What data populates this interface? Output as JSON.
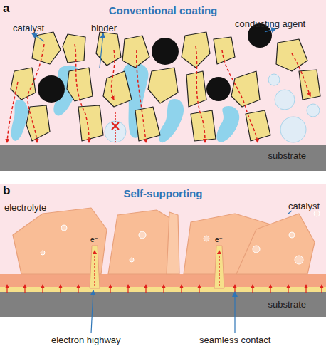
{
  "diagram": {
    "nodes": [
      {
        "text": [
          "Conventional coating"
        ]
      },
      {
        "text": [
          "substrate"
        ],
        "in": 0
      },
      {
        "text": [
          "Self-supporting"
        ]
      },
      {
        "text": [
          "substrate"
        ],
        "in": 2
      }
    ],
    "labels": [
      "a",
      "catalyst",
      "binder",
      "conducting agent",
      "b",
      "electrolyte",
      "catalyst",
      "e⁻",
      "e⁻",
      "electron highway",
      "seamless contact"
    ]
  }
}
